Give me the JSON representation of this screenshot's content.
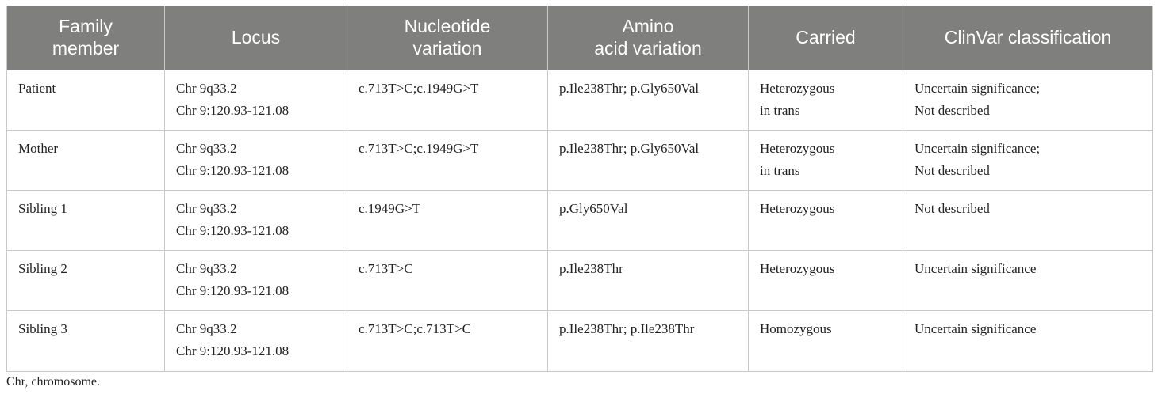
{
  "table": {
    "headers": [
      [
        "Family",
        "member"
      ],
      [
        "Locus"
      ],
      [
        "Nucleotide",
        "variation"
      ],
      [
        "Amino",
        "acid variation"
      ],
      [
        "Carried"
      ],
      [
        "ClinVar classification"
      ]
    ],
    "rows": [
      {
        "member": "Patient",
        "locus": [
          "Chr 9q33.2",
          "Chr 9:120.93-121.08"
        ],
        "nucleotide": "c.713T>C;c.1949G>T",
        "amino": "p.Ile238Thr; p.Gly650Val",
        "carried": [
          "Heterozygous",
          "in trans"
        ],
        "clinvar": [
          "Uncertain significance;",
          "Not described"
        ]
      },
      {
        "member": "Mother",
        "locus": [
          "Chr 9q33.2",
          "Chr 9:120.93-121.08"
        ],
        "nucleotide": "c.713T>C;c.1949G>T",
        "amino": "p.Ile238Thr; p.Gly650Val",
        "carried": [
          "Heterozygous",
          "in trans"
        ],
        "clinvar": [
          "Uncertain significance;",
          "Not described"
        ]
      },
      {
        "member": "Sibling 1",
        "locus": [
          "Chr 9q33.2",
          "Chr 9:120.93-121.08"
        ],
        "nucleotide": "c.1949G>T",
        "amino": "p.Gly650Val",
        "carried": [
          "Heterozygous"
        ],
        "clinvar": [
          "Not described"
        ]
      },
      {
        "member": "Sibling 2",
        "locus": [
          "Chr 9q33.2",
          "Chr 9:120.93-121.08"
        ],
        "nucleotide": "c.713T>C",
        "amino": "p.Ile238Thr",
        "carried": [
          "Heterozygous"
        ],
        "clinvar": [
          "Uncertain significance"
        ]
      },
      {
        "member": "Sibling 3",
        "locus": [
          "Chr 9q33.2",
          "Chr 9:120.93-121.08"
        ],
        "nucleotide": "c.713T>C;c.713T>C",
        "amino": "p.Ile238Thr; p.Ile238Thr",
        "carried": [
          "Homozygous"
        ],
        "clinvar": [
          "Uncertain significance"
        ]
      }
    ]
  },
  "footnote": "Chr, chromosome."
}
